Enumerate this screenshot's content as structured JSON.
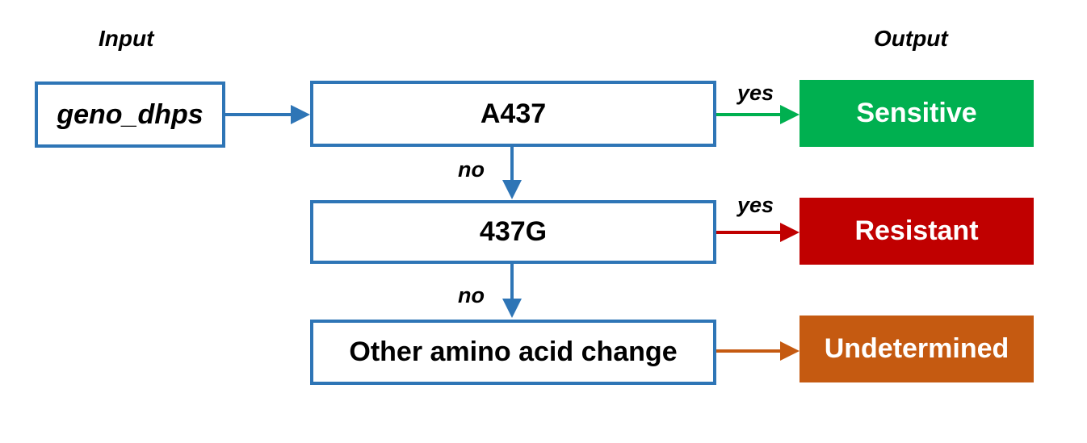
{
  "headings": {
    "input": "Input",
    "output": "Output"
  },
  "input_node": {
    "label": "geno_dhps"
  },
  "decisions": [
    {
      "label": "A437"
    },
    {
      "label": "437G"
    },
    {
      "label": "Other amino acid change"
    }
  ],
  "outcomes": [
    {
      "label": "Sensitive",
      "color": "#00b050"
    },
    {
      "label": "Resistant",
      "color": "#c00000"
    },
    {
      "label": "Undetermined",
      "color": "#c55a11"
    }
  ],
  "edge_labels": {
    "yes_1": "yes",
    "yes_2": "yes",
    "no_1": "no",
    "no_2": "no"
  },
  "colors": {
    "flow_blue": "#2e75b6",
    "arrow_green": "#00b050",
    "arrow_red": "#c00000",
    "arrow_orange": "#c55a11"
  }
}
